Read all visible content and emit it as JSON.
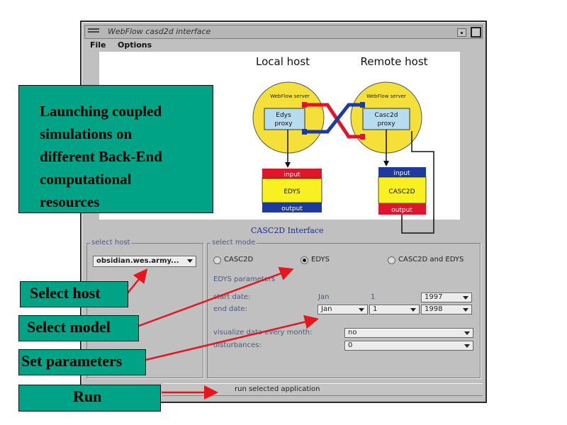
{
  "window": {
    "title": "WebFlow casd2d interface",
    "menu": [
      "File",
      "Options"
    ]
  },
  "diagram": {
    "local_host_title": "Local host",
    "remote_host_title": "Remote host",
    "left_server_label": "WebFlow server",
    "right_server_label": "WebFlow server",
    "left_proxy": [
      "Edys",
      "proxy"
    ],
    "right_proxy": [
      "Casc2d",
      "proxy"
    ],
    "left_stack": {
      "input": "input",
      "name": "EDYS",
      "output": "output"
    },
    "right_stack": {
      "input": "input",
      "name": "CASC2D",
      "output": "output"
    },
    "caption": "CASC2D Interface",
    "colors": {
      "server": "#f5e03a",
      "proxy": "#b6dcf0",
      "red": "#e0142a",
      "blue": "#1c3aa0",
      "yellow": "#f8f020"
    }
  },
  "select_host": {
    "label": "select host",
    "value": "obsidian.wes.army..."
  },
  "select_mode": {
    "label": "select mode",
    "options": [
      "CASC2D",
      "EDYS",
      "CASC2D and EDYS"
    ],
    "selected": "EDYS",
    "edys_parameters_label": "EDYS parameters",
    "start_date_label": "start date:",
    "start_month": "Jan",
    "start_day": "1",
    "start_year": "1997",
    "end_date_label": "end date:",
    "end_month": "Jan",
    "end_day": "1",
    "end_year": "1998",
    "visualize_label": "visualize data every month:",
    "visualize_value": "no",
    "disturbances_label": "disturbances:",
    "disturbances_value": "0"
  },
  "run_button": "run selected application",
  "callouts": {
    "main": [
      "Launching coupled",
      "simulations on",
      "different Back-End",
      "computational",
      "resources"
    ],
    "select_host": "Select host",
    "select_model": "Select model",
    "set_parameters": "Set parameters",
    "run": "Run"
  },
  "arrow_color": "#e8141e"
}
